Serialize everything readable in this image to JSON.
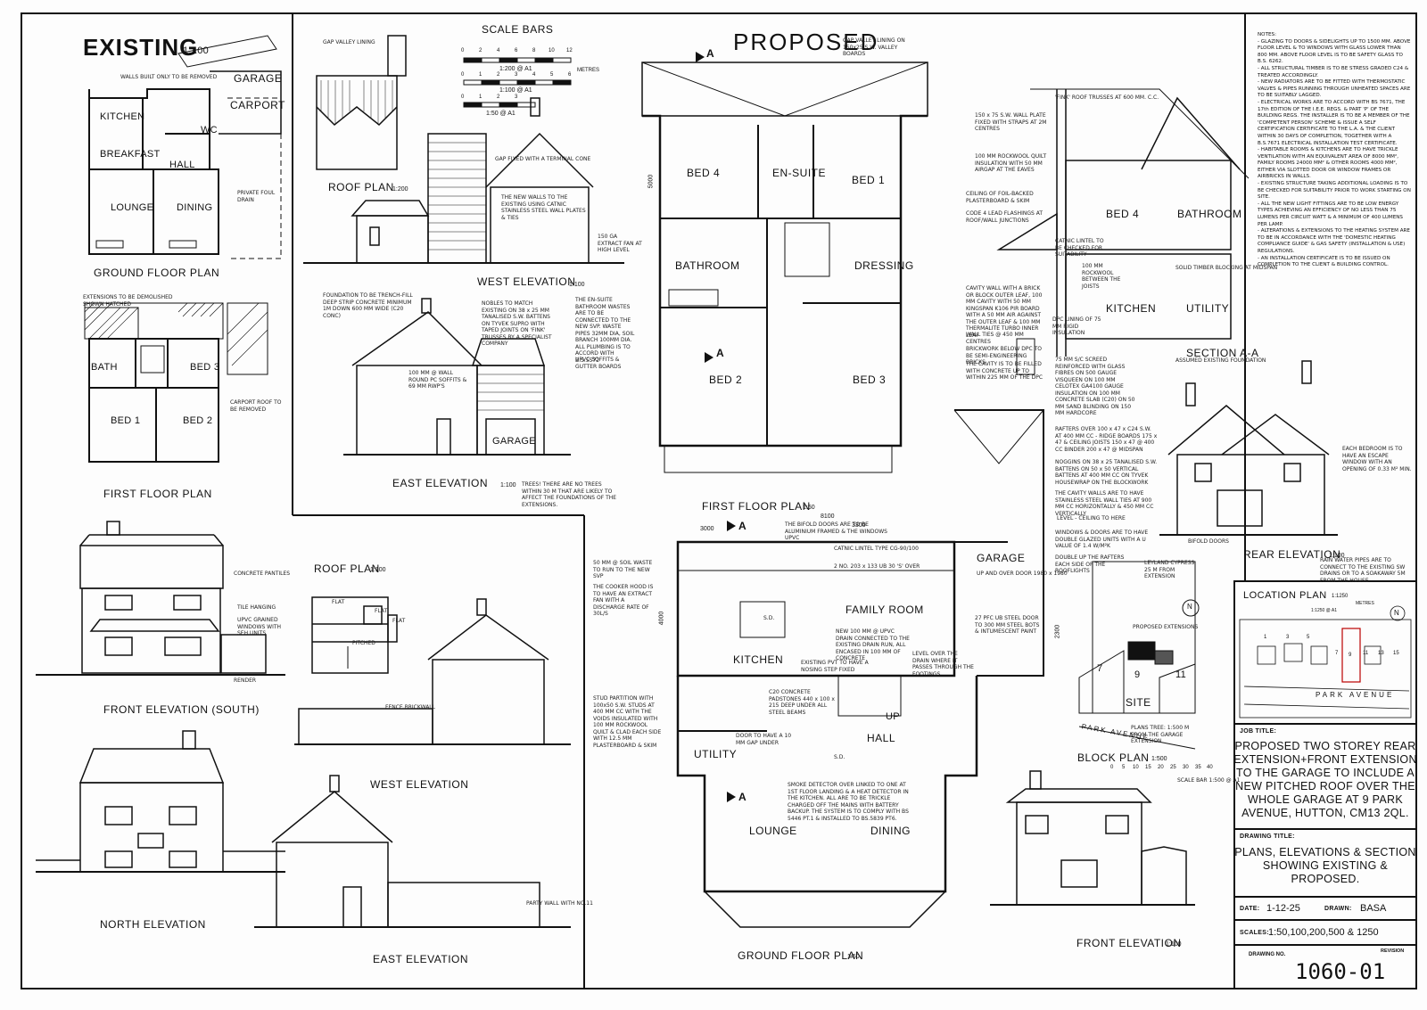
{
  "existing": {
    "title": "EXISTING",
    "scale": "1:100",
    "garage": "GARAGE",
    "carport": "CARPORT",
    "kitchen": "KITCHEN",
    "wc": "WC",
    "breakfast": "BREAKFAST",
    "hall": "HALL",
    "lounge": "LOUNGE",
    "dining": "DINING",
    "ground_floor_plan": "GROUND FLOOR PLAN",
    "bath": "BATH",
    "bed3": "BED 3",
    "bed1": "BED 1",
    "bed2": "BED 2",
    "first_floor_plan": "FIRST FLOOR PLAN",
    "front_elevation": "FRONT ELEVATION (SOUTH)",
    "north_elevation": "NORTH ELEVATION",
    "roof_plan": "ROOF PLAN",
    "roof_plan_scale": "1:100",
    "west_elevation": "WEST ELEVATION",
    "east_elevation": "EAST ELEVATION",
    "flat1": "FLAT",
    "flat2": "FLAT",
    "flat3": "FLAT",
    "pitched": "PITCHED",
    "walls_note": "WALLS BUILT ONLY TO BE REMOVED",
    "private_drain": "PRIVATE FOUL DRAIN",
    "removed_note": "EXTENSIONS TO BE DEMOLISHED SHOWN HATCHED",
    "carport_removed": "CARPORT ROOF TO BE REMOVED",
    "concrete_note": "CONCRETE PANTILES",
    "tile_note": "TILE HANGING",
    "upvc_note": "UPVC GRAINED WINDOWS WITH SEH UNITS",
    "render_note": "RENDER",
    "fence_note": "FENCE BRICKWALL",
    "party_note": "PARTY WALL WITH NO.11"
  },
  "scale_bars": {
    "title": "SCALE BARS",
    "scale1": "1:200 @ A1",
    "scale2": "1:100 @ A1",
    "scale3": "1:50 @ A1",
    "metres": "METRES",
    "t0": "0",
    "t2": "2",
    "t4": "4",
    "t6": "6",
    "t8": "8",
    "t10": "10",
    "t12": "12",
    "u0": "0",
    "u1": "1",
    "u2": "2",
    "u3": "3",
    "u4": "4",
    "u5": "5",
    "u6": "6",
    "v0": "0",
    "v1": "1",
    "v2": "2",
    "v3": "3"
  },
  "proposed_upper": {
    "roof_plan": "ROOF PLAN",
    "roof_plan_scale": "1:200",
    "west_elevation": "WEST ELEVATION",
    "west_scale": "1:100",
    "east_elevation": "EAST ELEVATION",
    "east_scale": "1:100",
    "garage": "GARAGE",
    "gap_valley": "GAP VALLEY LINING",
    "gap_note": "GAP FIXED WITH A TERMINAL CONE",
    "wall_note": "THE NEW WALLS TO THE EXISTING USING CATNIC STAINLESS STEEL WALL PLATES & TIES",
    "extract_note": "150 GA EXTRACT FAN AT HIGH LEVEL",
    "foundation_note": "FOUNDATION TO BE TRENCH-FILL DEEP STRIP CONCRETE MINIMUM 1M DOWN 600 MM WIDE (C20 CONC)",
    "rafter_note": "100 MM @ WALL ROUND PC SOFFITS & 69 MM RWP'S",
    "nobles_note": "NOBLES TO MATCH EXISTING ON 38 x 25 MM TANALISED S.W. BATTENS ON TYVEK SUPRO WITH TAPED JOINTS ON 'FINK' TRUSSES BY A SPECIALIST COMPANY",
    "bathroom_note": "THE EN-SUITE BATHROOM WASTES ARE TO BE CONNECTED TO THE NEW SVP. WASTE PIPES 32MM DIA, SOIL BRANCH 100MM DIA. ALL PLUMBING IS TO ACCORD WITH B.S.5572",
    "upvc_note": "UPVC SOFFITS & GUTTER BOARDS",
    "trees_note": "TREES! THERE ARE NO TREES WITHIN 30 M THAT ARE LIKELY TO AFFECT THE FOUNDATIONS OF THE EXTENSIONS."
  },
  "proposed": {
    "title": "PROPOSED",
    "section_marker": "A",
    "valley_note": "GAP VALLEY LINING ON 150x25 S.W. VALLEY BOARDS",
    "bed4": "BED 4",
    "en_suite": "EN-SUITE",
    "bed1": "BED 1",
    "bathroom": "BATHROOM",
    "dressing": "DRESSING",
    "bed2": "BED 2",
    "bed3": "BED 3",
    "first_floor_plan": "FIRST FLOOR PLAN",
    "first_scale": "1:50",
    "dim_5000": "5000",
    "dim_8100": "8100",
    "dim_3300": "3300",
    "dim_3000": "3000",
    "dim_4000": "4000",
    "dim_2300": "2300",
    "garage": "GARAGE",
    "family_room": "FAMILY ROOM",
    "kitchen": "KITCHEN",
    "utility": "UTILITY",
    "hall": "HALL",
    "up": "UP",
    "lounge": "LOUNGE",
    "dining": "DINING",
    "ground_floor_plan": "GROUND FLOOR PLAN",
    "ground_scale": "1:50",
    "bifold_note": "THE BIFOLD DOORS ARE TO BE ALUMINIUM FRAMED & THE WINDOWS UPVC",
    "lintel_note": "CATNIC LINTEL TYPE CG-90/100",
    "smoke_note": "SMOKE DETECTOR OVER LINKED TO ONE AT 1ST FLOOR LANDING & A HEAT DETECTOR IN THE KITCHEN. ALL ARE TO BE TRICKLE CHARGED OFF THE MAINS WITH BATTERY BACKUP. THE SYSTEM IS TO COMPLY WITH BS 5446 PT.1 & INSTALLED TO BS.5839 PT6.",
    "fan_note": "50 MM @ SOIL WASTE TO RUN TO THE NEW SVP",
    "cooker_note": "THE COOKER HOOD IS TO HAVE AN EXTRACT FAN WITH A DISCHARGE RATE OF 30L/S",
    "svp_note": "NEW 100 MM @ UPVC DRAIN CONNECTED TO THE EXISTING DRAIN RUN, ALL ENCASED IN 100 MM OF CONCRETE",
    "door_note": "DOOR TO HAVE A 10 MM GAP UNDER",
    "existing_note": "EXISTING PVT TO HAVE A NOSING STEP FIXED",
    "stud_note": "STUD PARTITION WITH 100x50 S.W. STUDS AT 400 MM CC WITH THE VOIDS INSULATED WITH 100 MM ROCKWOOL QUILT & CLAD EACH SIDE WITH 12.5 MM PLASTERBOARD & SKIM",
    "beam_note": "2 NO. 203 x 133 UB 30 'S' OVER",
    "padstone_note": "C20 CONCRETE PADSTONES 440 x 100 x 215 DEEP UNDER ALL STEEL BEAMS",
    "level_note": "LEVEL OVER THE DRAIN WHERE IT PASSES THROUGH THE FOOTINGS",
    "garage_door": "UP AND OVER DOOR 1980 x 1980",
    "steel_note": "27 PFC UB STEEL DOOR TO 300 MM STEEL BOTS & INTUMESCENT PAINT",
    "sd": "S.D.",
    "sd2": "S.D."
  },
  "section": {
    "title": "SECTION A-A",
    "bed4": "BED 4",
    "bathroom": "BATHROOM",
    "kitchen": "KITCHEN",
    "utility": "UTILITY",
    "fink_note": "'FINK' ROOF TRUSSES AT 600 MM. C.C.",
    "rockwool_note": "100 MM ROCKWOOL QUILT INSULATION WITH 50 MM AIRGAP AT THE EAVES",
    "ceiling_note": "CEILING OF FOIL-BACKED PLASTERBOARD & SKIM",
    "code_note": "CODE 4 LEAD FLASHINGS AT ROOF/WALL JUNCTIONS",
    "wall_plate": "150 x 75 S.W. WALL PLATE FIXED WITH STRAPS AT 2M CENTRES",
    "cavity_note": "CAVITY WALL WITH A BRICK OR BLOCK OUTER LEAF, 100 MM CAVITY WITH 50 MM KINGSPAN K106 PIR BOARD WITH A 50 MM AIR AGAINST THE OUTER LEAF & 100 MM THERMALITE TURBO INNER LEAF",
    "wall_ties": "WALL TIES @ 450 MM CENTRES",
    "brick_note": "BRICKWORK BELOW DPC TO BE SEMI-ENGINEERING BRICKS",
    "cavity_fill": "THE CAVITY IS TO BE FILLED WITH CONCRETE UP TO WITHIN 225 MM OF THE DPC",
    "screed_note": "75 MM S/C SCREED REINFORCED WITH GLASS FIBRES ON 500 GAUGE VISQUEEN ON 100 MM CELOTEX GA4100 GAUGE INSULATION ON 100 MM CONCRETE SLAB (C20) ON 50 MM SAND BLINDING ON 150 MM HARDCORE",
    "timber_note": "SOLID TIMBER BLOCKING AT MIDSPAN",
    "assumed_note": "ASSUMED EXISTING FOUNDATION",
    "lintel_note": "CATNIC LINTEL TO BE CHECKED FOR SUITABILITY",
    "dpc_note": "DPC LINING OF 75 MM RIGID INSULATION",
    "rockwool2": "100 MM ROCKWOOL BETWEEN THE JOISTS"
  },
  "rear": {
    "title": "REAR ELEVATION",
    "scale": "1:100",
    "rafters_note": "RAFTERS OVER 100 x 47 x C24 S.W. AT 400 MM CC - RIDGE BOARDS 175 x 47 & CEILING JOISTS 150 x 47 @ 400 CC BINDER 200 x 47 @ MIDSPAN",
    "noggins_note": "NOGGINS ON 38 x 25 TANALISED S.W. BATTENS ON 50 x 50 VERTICAL BATTENS AT 400 MM CC ON TYVEK HOUSEWRAP ON THE BLOCKWORK",
    "cavity_note": "THE CAVITY WALLS ARE TO HAVE STAINLESS STEEL WALL TIES AT 900 MM CC HORIZONTALLY & 450 MM CC VERTICALLY",
    "ceiling_note": "LEVEL - CEILING TO HERE",
    "bifold_note": "BIFOLD DOORS",
    "window_note": "WINDOWS & DOORS ARE TO HAVE DOUBLE GLAZED UNITS WITH A U VALUE OF 1.4 W/M²K",
    "escape_note": "EACH BEDROOM IS TO HAVE AN ESCAPE WINDOW WITH AN OPENING OF 0.33 M² MIN.",
    "rwp_note": "RAIN WATER PIPES ARE TO CONNECT TO THE EXISTING SW DRAINS OR TO A SOAKAWAY 5M FROM THE HOUSE",
    "double_note": "DOUBLE UP THE RAFTERS EACH SIDE OF THE ROOFLIGHTS",
    "leyland_note": "LEYLAND CYPRESS 25 M FROM EXTENSION"
  },
  "site": {
    "site_label": "SITE",
    "proposed_ext": "PROPOSED EXTENSIONS",
    "block_plan": "BLOCK PLAN",
    "block_scale": "1:500",
    "park_avenue": "PARK AVENUE",
    "n7": "7",
    "n9": "9",
    "n11": "11",
    "planning_note": "PLANS TREE: 1:500 M FROM THE GARAGE EXTENSION",
    "scale_bar": "SCALE BAR 1:500 @ A1",
    "s0": "0",
    "s5": "5",
    "s10": "10",
    "s15": "15",
    "s20": "20",
    "s25": "25",
    "s30": "30",
    "s35": "35",
    "s40": "40",
    "front_elevation": "FRONT ELEVATION",
    "front_scale": "1:100",
    "north": "N"
  },
  "location": {
    "title": "LOCATION PLAN",
    "scale": "1:1250",
    "metres": "METRES",
    "scale_note": "1:1250 @ A1",
    "north": "N",
    "park_avenue": "PARK AVENUE",
    "n1": "1",
    "n3": "3",
    "n5": "5",
    "n7": "7",
    "n9": "9",
    "n11": "11",
    "n13": "13",
    "n15": "15"
  },
  "notes": {
    "heading": "NOTES:",
    "lines": [
      "- GLAZING TO DOORS & SIDELIGHTS UP TO 1500 MM. ABOVE FLOOR LEVEL & TO WINDOWS WITH GLASS LOWER THAN 800 MM. ABOVE FLOOR LEVEL IS TO BE SAFETY GLASS TO B.S. 6262.",
      "- ALL STRUCTURAL TIMBER IS TO BE STRESS GRADED C24 & TREATED ACCORDINGLY.",
      "- NEW RADIATORS ARE TO BE FITTED WITH THERMOSTATIC VALVES & PIPES RUNNING THROUGH UNHEATED SPACES ARE TO BE SUITABLY LAGGED.",
      "- ELECTRICAL WORKS ARE TO ACCORD WITH BS 7671, THE 17th EDITION OF THE I.E.E. REGS. & PART 'P' OF THE BUILDING REGS. THE INSTALLER IS TO BE A MEMBER OF THE 'COMPETENT PERSON' SCHEME & ISSUE A SELF CERTIFICATION CERTIFICATE TO THE L.A. & THE CLIENT WITHIN 30 DAYS OF COMPLETION, TOGETHER WITH A B.S.7671 ELECTRICAL INSTALLATION TEST CERTIFICATE.",
      "- HABITABLE ROOMS & KITCHENS ARE TO HAVE TRICKLE VENTILATION WITH AN EQUIVALENT AREA OF 8000 MM², FAMILY ROOMS 24000 MM² & OTHER ROOMS 4000 MM², EITHER VIA SLOTTED DOOR OR WINDOW FRAMES OR AIRBRICKS IN WALLS.",
      "- EXISTING STRUCTURE TAKING ADDITIONAL LOADING IS TO BE CHECKED FOR SUITABILITY PRIOR TO WORK STARTING ON SITE.",
      "- ALL THE NEW LIGHT FITTINGS ARE TO BE LOW ENERGY TYPES ACHIEVING AN EFFICIENCY OF NO LESS THAN 75 LUMENS PER CIRCUIT WATT & A MINIMUM OF 400 LUMENS PER LAMP.",
      "- ALTERATIONS & EXTENSIONS TO THE HEATING SYSTEM ARE TO BE IN ACCORDANCE WITH THE 'DOMESTIC HEATING COMPLIANCE GUIDE' & GAS SAFETY (INSTALLATION & USE) REGULATIONS.",
      "- AN INSTALLATION CERTIFICATE IS TO BE ISSUED ON COMPLETION TO THE CLIENT & BUILDING CONTROL."
    ]
  },
  "title_block": {
    "job_title_label": "JOB TITLE:",
    "job_title": "PROPOSED TWO STOREY REAR EXTENSION+FRONT EXTENSION TO THE GARAGE TO INCLUDE A NEW PITCHED ROOF OVER THE WHOLE GARAGE AT 9 PARK AVENUE, HUTTON, CM13 2QL.",
    "drawing_title_label": "DRAWING TITLE:",
    "drawing_title": "PLANS, ELEVATIONS & SECTION SHOWING EXISTING & PROPOSED.",
    "date_label": "DATE:",
    "date": "1-12-25",
    "drawn_label": "DRAWN:",
    "drawn": "BASA",
    "scales_label": "SCALES:",
    "scales": "1:50,100,200,500 & 1250",
    "drawing_no_label": "DRAWING NO.",
    "revision_label": "REVISION",
    "drawing_no": "1060-01"
  }
}
